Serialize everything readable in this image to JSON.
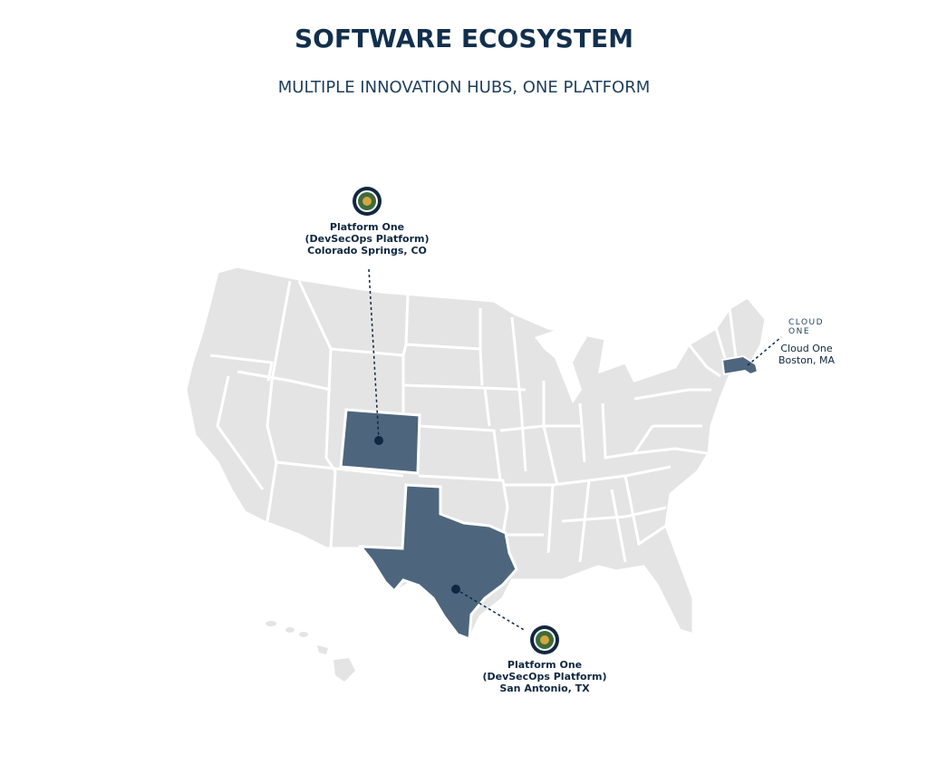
{
  "header": {
    "title": "SOFTWARE ECOSYSTEM",
    "subtitle": "MULTIPLE INNOVATION HUBS, ONE PLATFORM"
  },
  "colors": {
    "land": "#e4e4e4",
    "border": "#ffffff",
    "highlight": "#4d667e",
    "text": "#12304d"
  },
  "hubs": {
    "colorado": {
      "line1": "Platform One",
      "line2": "(DevSecOps Platform)",
      "line3": "Colorado Springs, CO",
      "icon": "platform-one-seal-icon"
    },
    "texas": {
      "line1": "Platform One",
      "line2": "(DevSecOps Platform)",
      "line3": "San Antonio, TX",
      "icon": "platform-one-seal-icon"
    },
    "boston": {
      "line1": "Cloud One",
      "line2": "Boston, MA",
      "logo_line1": "CLOUD",
      "logo_line2": "ONE",
      "icon": "cloud-one-logo-icon"
    }
  },
  "highlighted_states": [
    "Colorado",
    "Texas",
    "Massachusetts"
  ]
}
